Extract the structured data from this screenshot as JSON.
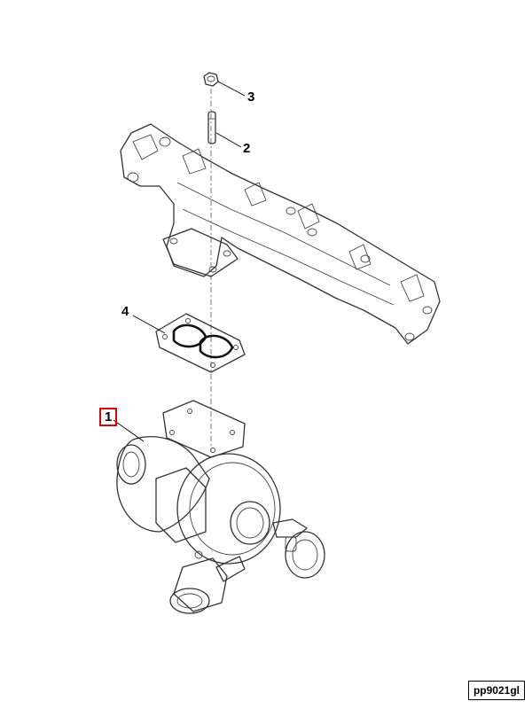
{
  "callouts": {
    "c1": "1",
    "c2": "2",
    "c3": "3",
    "c4": "4"
  },
  "highlight_color": "#e00000",
  "figure_id": "pp9021gl",
  "icons": [
    "nut",
    "stud",
    "exhaust-manifold",
    "gasket",
    "turbocharger"
  ]
}
